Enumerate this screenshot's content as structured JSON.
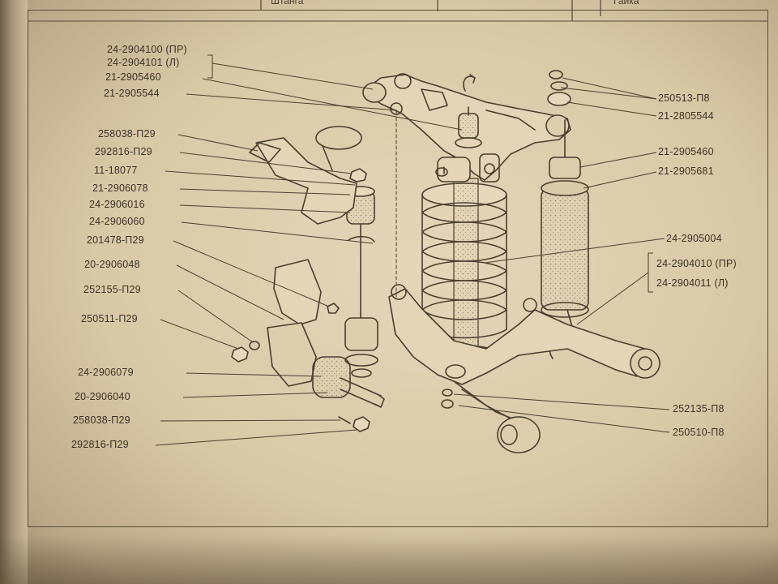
{
  "header": {
    "col1_text": "Штанга",
    "col2_text": "Гайка"
  },
  "labels_left": [
    "24-2904100 (ПР)",
    "24-2904101 (Л)",
    "21-2905460",
    "21-2905544",
    "258038-П29",
    "292816-П29",
    "11-18077",
    "21-2906078",
    "24-2906016",
    "24-2906060",
    "201478-П29",
    "20-2906048",
    "252155-П29",
    "250511-П29",
    "24-2906079",
    "20-2906040",
    "258038-П29",
    "292816-П29"
  ],
  "labels_right": [
    "250513-П8",
    "21-2805544",
    "21-2905460",
    "21-2905681",
    "24-2905004",
    "24-2904010 (ПР)",
    "24-2904011 (Л)",
    "252135-П8",
    "250510-П8"
  ]
}
